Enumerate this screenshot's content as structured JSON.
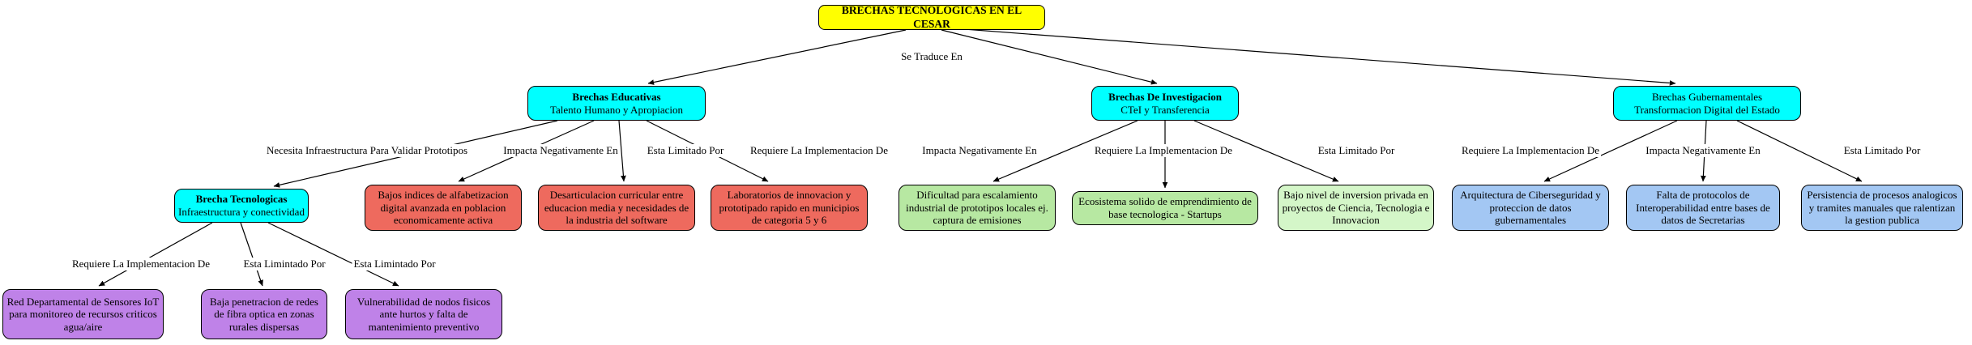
{
  "background": "#ffffff",
  "nodes": {
    "root": {
      "label": "BRECHAS TECNOLÓGICAS EN EL CESAR",
      "fill": "#ffff00"
    },
    "educativas": {
      "title": "Brechas Educativas",
      "subtitle": "Talento Humano y Apropiacion",
      "fill": "#00ffff"
    },
    "investigacion": {
      "title": "Brechas De Investigacion",
      "subtitle": "CTeI y Transferencia",
      "fill": "#00ffff"
    },
    "gubernamentales": {
      "title": "Brechas Gubernamentales",
      "subtitle": "Transformacion Digital del Estado",
      "fill": "#00ffff"
    },
    "brecha_tecnologica": {
      "title": "Brecha Tecnologicas",
      "subtitle": "Infraestructura y conectividad",
      "fill": "#00ffff"
    },
    "bajos_indices": {
      "label": "Bajos indices de alfabetizacion digital avanzada en poblacion economicamente activa",
      "fill": "#ee6a5e"
    },
    "desarticulacion": {
      "label": "Desarticulacion curricular entre educacion media y necesidades de la industria del software",
      "fill": "#ee6a5e"
    },
    "laboratorios": {
      "label": "Laboratorios de innovacion y prototipado rapido en municipios de categoria 5 y 6",
      "fill": "#ee6a5e"
    },
    "dificultad": {
      "label": "Dificultad para escalamiento industrial de prototipos locales ej. captura de emisiones",
      "fill": "#b7e8a2"
    },
    "ecosistema": {
      "label": "Ecosistema solido de emprendimiento de base tecnologica - Startups",
      "fill": "#b7e8a2"
    },
    "bajo_nivel": {
      "label": "Bajo nivel de inversion privada en proyectos de Ciencia, Tecnologia e Innovacion",
      "fill": "#d4f6c8"
    },
    "arquitectura": {
      "label": "Arquitectura de Ciberseguridad y proteccion de datos gubernamentales",
      "fill": "#a3c7f3"
    },
    "falta_protocolos": {
      "label": "Falta de protocolos de Interoperabilidad entre bases de datos de Secretarias",
      "fill": "#a3c7f3"
    },
    "persistencia": {
      "label": "Persistencia de procesos analogicos y tramites manuales que ralentizan la gestion publica",
      "fill": "#a3c7f3"
    },
    "red_sensores": {
      "label": "Red Departamental de Sensores IoT para monitoreo de recursos criticos agua/aire",
      "fill": "#bf82e8"
    },
    "baja_penetracion": {
      "label": "Baja penetracion de redes de fibra optica en zonas rurales dispersas",
      "fill": "#bf82e8"
    },
    "vulnerabilidad": {
      "label": "Vulnerabilidad de nodos fisicos ante hurtos y falta de mantenimiento preventivo",
      "fill": "#bf82e8"
    }
  },
  "edges": [
    {
      "from": "root",
      "to": "educativas",
      "label": "Se Traduce En"
    },
    {
      "from": "root",
      "to": "investigacion",
      "label": "Se Traduce En"
    },
    {
      "from": "root",
      "to": "gubernamentales",
      "label": "Se Traduce En"
    },
    {
      "from": "educativas",
      "to": "brecha_tecnologica",
      "label": "Necesita Infraestructura Para Validar Prototipos"
    },
    {
      "from": "educativas",
      "to": "bajos_indices",
      "label": "Impacta Negativamente En"
    },
    {
      "from": "educativas",
      "to": "desarticulacion",
      "label": "Esta Limitado Por"
    },
    {
      "from": "educativas",
      "to": "laboratorios",
      "label": "Requiere La Implementacion De"
    },
    {
      "from": "investigacion",
      "to": "dificultad",
      "label": "Impacta Negativamente En"
    },
    {
      "from": "investigacion",
      "to": "ecosistema",
      "label": "Requiere La Implementacion De"
    },
    {
      "from": "investigacion",
      "to": "bajo_nivel",
      "label": "Esta Limitado Por"
    },
    {
      "from": "gubernamentales",
      "to": "arquitectura",
      "label": "Requiere La Implementacion De"
    },
    {
      "from": "gubernamentales",
      "to": "falta_protocolos",
      "label": "Impacta Negativamente En"
    },
    {
      "from": "gubernamentales",
      "to": "persistencia",
      "label": "Esta Limitado Por"
    },
    {
      "from": "brecha_tecnologica",
      "to": "red_sensores",
      "label": "Requiere La Implementacion De"
    },
    {
      "from": "brecha_tecnologica",
      "to": "baja_penetracion",
      "label": "Esta Limintado Por"
    },
    {
      "from": "brecha_tecnologica",
      "to": "vulnerabilidad",
      "label": "Esta Limintado Por"
    }
  ]
}
